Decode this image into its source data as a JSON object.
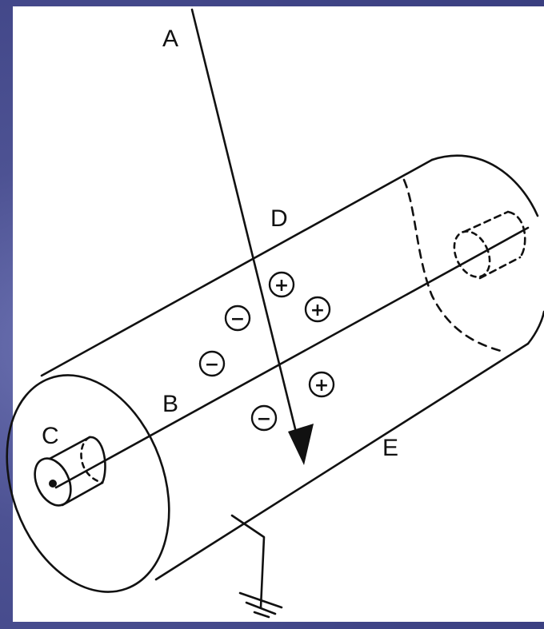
{
  "labels": {
    "a": "A",
    "b": "B",
    "c": "C",
    "d": "D",
    "e": "E"
  },
  "charges": {
    "positive": [
      "+",
      "+",
      "+"
    ],
    "negative": [
      "−",
      "−",
      "−"
    ]
  },
  "colors": {
    "slide_background": "#4b4f8e",
    "panel": "#ffffff",
    "ink": "#111111"
  }
}
